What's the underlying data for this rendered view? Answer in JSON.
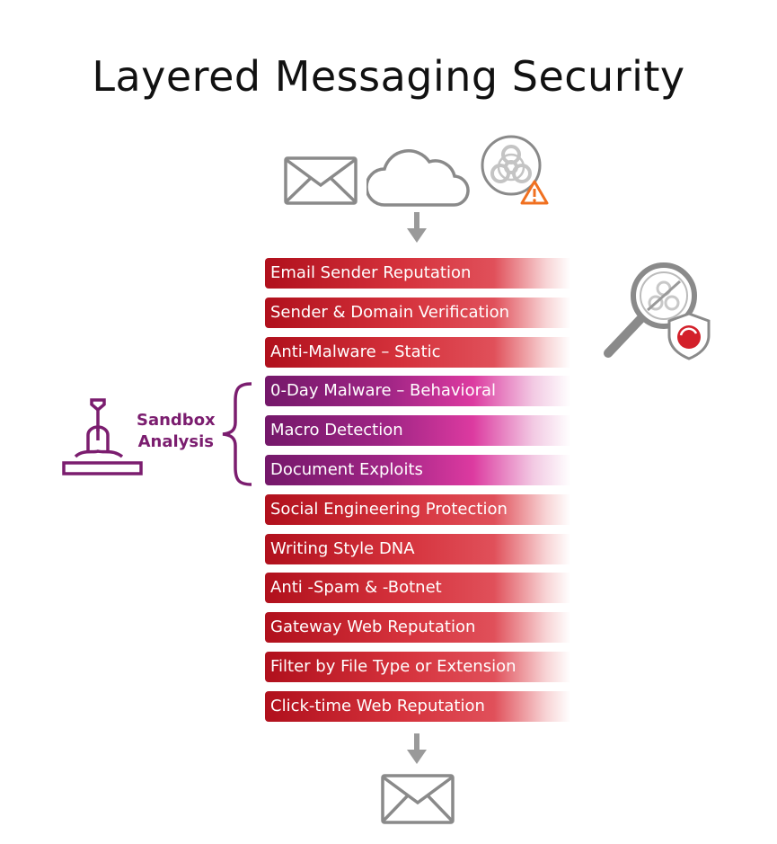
{
  "title": "Layered Messaging Security",
  "sandbox_label_line1": "Sandbox",
  "sandbox_label_line2": "Analysis",
  "layers": [
    {
      "label": "Email Sender Reputation",
      "group": "red"
    },
    {
      "label": "Sender & Domain Verification",
      "group": "red"
    },
    {
      "label": "Anti-Malware – Static",
      "group": "red"
    },
    {
      "label": "0-Day Malware – Behavioral",
      "group": "purple"
    },
    {
      "label": "Macro Detection",
      "group": "purple"
    },
    {
      "label": "Document Exploits",
      "group": "purple"
    },
    {
      "label": "Social Engineering Protection",
      "group": "red"
    },
    {
      "label": "Writing Style DNA",
      "group": "red"
    },
    {
      "label": "Anti -Spam & -Botnet",
      "group": "red"
    },
    {
      "label": "Gateway Web Reputation",
      "group": "red"
    },
    {
      "label": "Filter by File Type or Extension",
      "group": "red"
    },
    {
      "label": "Click-time Web Reputation",
      "group": "red"
    }
  ],
  "colors": {
    "red": "#b0101c",
    "purple": "#7b1d6f",
    "gray": "#8a8a8a",
    "warning": "#f07020"
  }
}
